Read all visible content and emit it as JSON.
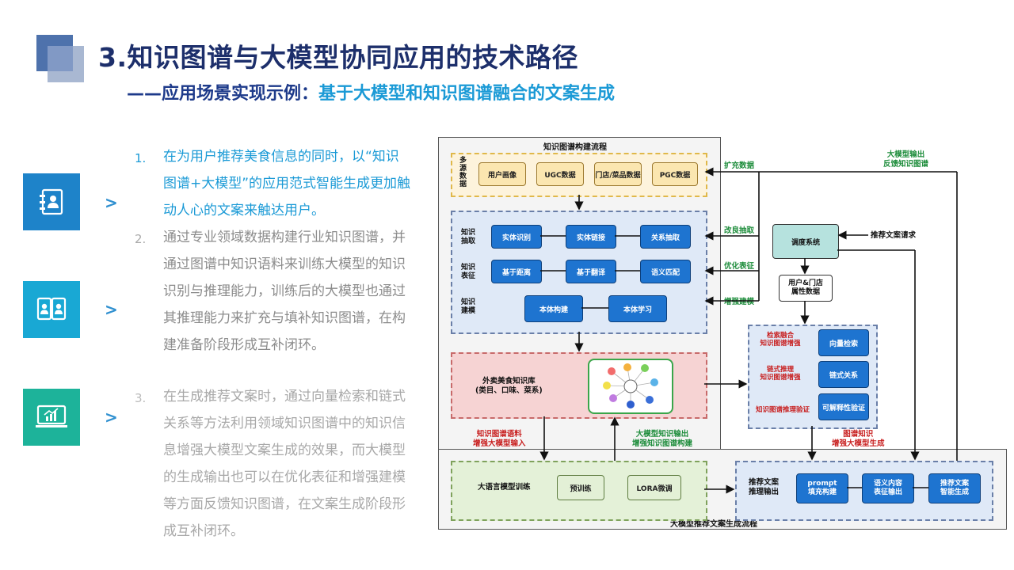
{
  "header": {
    "title": "3.知识图谱与大模型协同应用的技术路径",
    "subtitle_prefix": "——应用场景实现示例：",
    "subtitle_main": "基于大模型和知识图谱融合的文案生成"
  },
  "points": [
    {
      "num": "1.",
      "text": "在为用户推荐美食信息的同时，以“知识图谱+大模型”的应用范式智能生成更加触动人心的文案来触达用户。",
      "color": "#1b9ad6",
      "icon": "contact-book-icon",
      "icon_bg": "#1e83c9"
    },
    {
      "num": "2.",
      "text": "通过专业领域数据构建行业知识图谱，并通过图谱中知识语料来训练大模型的知识识别与推理能力，训练后的大模型也通过其推理能力来扩充与填补知识图谱，在构建准备阶段形成互补闭环。",
      "color": "#8c8c8c",
      "icon": "user-cards-icon",
      "icon_bg": "#19a8d4"
    },
    {
      "num": "3.",
      "text": "在生成推荐文案时，通过向量检索和链式关系等方法利用领域知识图谱中的知识信息增强大模型文案生成的效果，而大模型的生成输出也可以在优化表征和增强建模等方面反馈知识图谱，在文案生成阶段形成互补闭环。",
      "color": "#a8a8a8",
      "icon": "monitor-chart-icon",
      "icon_bg": "#1db39a"
    }
  ],
  "arrow_glyph": ">",
  "diagram": {
    "kg_section_title": "知识图谱构建流程",
    "llm_section_title": "大模型推荐文案生成流程",
    "sources_label": "多源数据",
    "sources": [
      "用户画像",
      "UGC数据",
      "门店/菜品数据",
      "PGC数据"
    ],
    "row_labels": [
      "知识抽取",
      "知识表征",
      "知识建模"
    ],
    "extract_nodes": [
      "实体识别",
      "实体链接",
      "关系抽取"
    ],
    "repr_nodes": [
      "基于距离",
      "基于翻译",
      "语义匹配"
    ],
    "model_nodes": [
      "本体构建",
      "本体学习"
    ],
    "kb_label": "外卖美食知识库",
    "kb_sub": "(类目、口味、菜系)",
    "green_labels": [
      "扩充数据",
      "改良抽取",
      "优化表征",
      "增强建模"
    ],
    "feedback_label": "大模型输出\n反馈知识图谱",
    "dispatch": "调度系统",
    "request": "推荐文案请求",
    "attr": "用户&门店\n属性数据",
    "enhance_labels": [
      "检索融合\n知识图谱增强",
      "链式推理\n知识图谱增强",
      "知识图谱推理验证"
    ],
    "enhance_nodes": [
      "向量检索",
      "链式关系",
      "可解释性验证"
    ],
    "kg_corpus": "知识图谱语料\n增强大模型输入",
    "llm_output": "大模型知识输出\n增强知识图谱构建",
    "kg_knowledge": "图谱知识\n增强大模型生成",
    "train_label": "大语言模型训练",
    "train_nodes": [
      "预训练",
      "LORA微调"
    ],
    "gen_label": "推荐文案\n推理输出",
    "gen_nodes": [
      "prompt\n填充构建",
      "语义内容\n表征输出",
      "推荐文案\n智能生成"
    ]
  }
}
